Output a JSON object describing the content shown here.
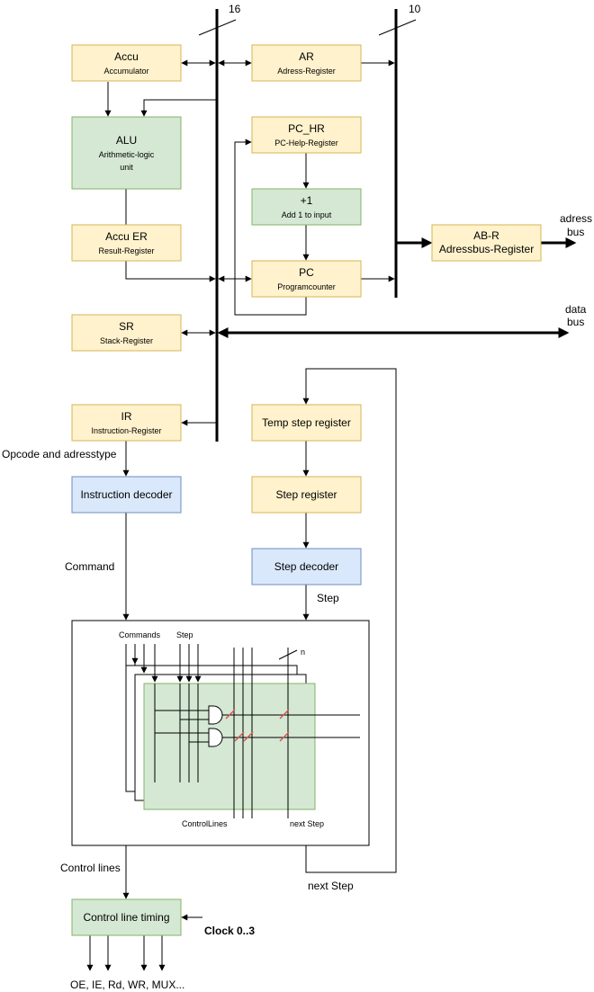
{
  "colors": {
    "yellow_fill": "#fff2cc",
    "yellow_stroke": "#d6b656",
    "green_fill": "#d5e8d4",
    "green_stroke": "#82b366",
    "blue_fill": "#dae8fc",
    "blue_stroke": "#6c8ebf",
    "red_mark": "#d9534f"
  },
  "buses": {
    "main_width": "16",
    "address_width": "10"
  },
  "blocks": {
    "accu": {
      "title": "Accu",
      "subtitle": "Accumulator"
    },
    "ar": {
      "title": "AR",
      "subtitle": "Adress-Register"
    },
    "alu": {
      "title": "ALU",
      "subtitle": "Arithmetic-logic",
      "subtitle2": "unit"
    },
    "pc_hr": {
      "title": "PC_HR",
      "subtitle": "PC-Help-Register"
    },
    "plus1": {
      "title": "+1",
      "subtitle": "Add 1 to input"
    },
    "accu_er": {
      "title": "Accu ER",
      "subtitle": "Result-Register"
    },
    "pc": {
      "title": "PC",
      "subtitle": "Programcounter"
    },
    "abr": {
      "title": "AB-R",
      "subtitle": "Adressbus-Register"
    },
    "sr": {
      "title": "SR",
      "subtitle": "Stack-Register"
    },
    "ir": {
      "title": "IR",
      "subtitle": "Instruction-Register"
    },
    "temp_step": {
      "title": "Temp step register"
    },
    "instr_decoder": {
      "title": "Instruction decoder"
    },
    "step_register": {
      "title": "Step register"
    },
    "step_decoder": {
      "title": "Step decoder"
    },
    "control_timing": {
      "title": "Control line timing"
    }
  },
  "labels": {
    "address_bus_1": "adress",
    "address_bus_2": "bus",
    "data_bus_1": "data",
    "data_bus_2": "bus",
    "opcode": "Opcode and adresstype",
    "command": "Command",
    "step": "Step",
    "commands_inner": "Commands",
    "step_inner": "Step",
    "n_inner": "n",
    "control_lines_inner": "ControlLines",
    "next_step_inner": "next Step",
    "control_lines": "Control lines",
    "next_step": "next Step",
    "clock": "Clock 0..3",
    "outputs": "OE, IE, Rd, WR, MUX..."
  }
}
